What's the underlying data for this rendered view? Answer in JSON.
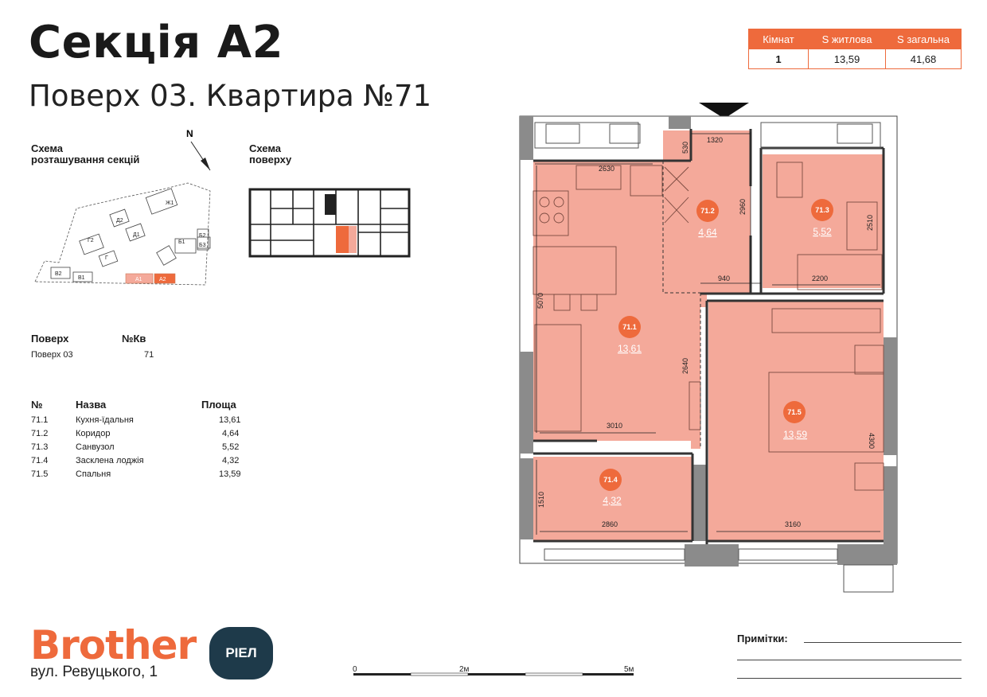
{
  "header": {
    "title": "Секція А2",
    "subtitle": "Поверх 03. Квартира №71"
  },
  "summary": {
    "headers": [
      "Кімнат",
      "S житлова",
      "S загальна"
    ],
    "values": [
      "1",
      "13,59",
      "41,68"
    ]
  },
  "schemes": {
    "sections_title": "Схема розташування секцій",
    "sections_title_l1": "Схема",
    "sections_title_l2": "розташування секцій",
    "floor_title_l1": "Схема",
    "floor_title_l2": "поверху",
    "north": "N",
    "section_labels": [
      "Ж1",
      "Д2",
      "Д1",
      "Г2",
      "Г",
      "В2",
      "В1",
      "Б1",
      "Б2",
      "Б3",
      "А1",
      "А2"
    ]
  },
  "floor_info": {
    "floor_label": "Поверх",
    "apt_label": "№Кв",
    "floor_value": "Поверх 03",
    "apt_value": "71"
  },
  "rooms_table": {
    "headers": [
      "№",
      "Назва",
      "Площа"
    ],
    "rows": [
      {
        "no": "71.1",
        "name": "Кухня-їдальня",
        "area": "13,61"
      },
      {
        "no": "71.2",
        "name": "Коридор",
        "area": "4,64"
      },
      {
        "no": "71.3",
        "name": "Санвузол",
        "area": "5,52"
      },
      {
        "no": "71.4",
        "name": "Засклена лоджія",
        "area": "4,32"
      },
      {
        "no": "71.5",
        "name": "Спальня",
        "area": "13,59"
      }
    ]
  },
  "plan": {
    "rooms": [
      {
        "id": "71.1",
        "area": "13,61"
      },
      {
        "id": "71.2",
        "area": "4,64"
      },
      {
        "id": "71.3",
        "area": "5,52"
      },
      {
        "id": "71.4",
        "area": "4,32"
      },
      {
        "id": "71.5",
        "area": "13,59"
      }
    ],
    "dimensions": [
      "1320",
      "530",
      "2630",
      "2960",
      "2510",
      "940",
      "2200",
      "5070",
      "2640",
      "3010",
      "4300",
      "1510",
      "2860",
      "3160"
    ]
  },
  "scale": {
    "labels": [
      "0",
      "2м",
      "5м"
    ]
  },
  "brand": {
    "name": "Brother",
    "badge": "РІЕЛ",
    "address": "вул. Ревуцького, 1"
  },
  "notes": {
    "label": "Примітки:"
  },
  "colors": {
    "accent": "#ee6a3c",
    "room_fill": "#f4a99a",
    "badge_dark": "#1e3a4a"
  }
}
